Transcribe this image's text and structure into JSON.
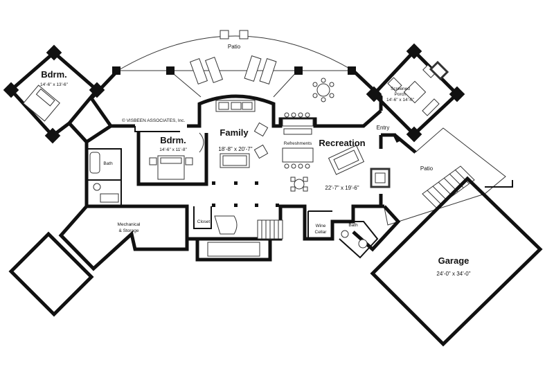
{
  "credit": "© VISBEEN ASSOCIATES, Inc.",
  "rooms": {
    "patio_top": {
      "name": "Patio"
    },
    "bdrm_left": {
      "name": "Bdrm.",
      "size": "14'-6\" x 13'-6\""
    },
    "bdrm_center": {
      "name": "Bdrm.",
      "size": "14'-6\" x 11'-8\""
    },
    "family": {
      "name": "Family",
      "size": "18'-8\" x 20'-7\""
    },
    "refreshments": {
      "name": "Refreshments"
    },
    "recreation": {
      "name": "Recreation",
      "size": "22'-7\" x 19'-6\""
    },
    "screened_porch": {
      "name_line1": "Screened",
      "name_line2": "Porch",
      "size": "14'-6\" x 14'-0\""
    },
    "entry": {
      "name": "Entry"
    },
    "patio_right": {
      "name": "Patio"
    },
    "bath_left": {
      "name": "Bath"
    },
    "mechanical": {
      "name_line1": "Mechanical",
      "name_line2": "& Storage"
    },
    "closet": {
      "name": "Closet"
    },
    "wine_cellar": {
      "name_line1": "Wine",
      "name_line2": "Cellar"
    },
    "bath_right": {
      "name": "Bath"
    },
    "garage": {
      "name": "Garage",
      "size": "24'-0\" x 34'-0\""
    }
  }
}
